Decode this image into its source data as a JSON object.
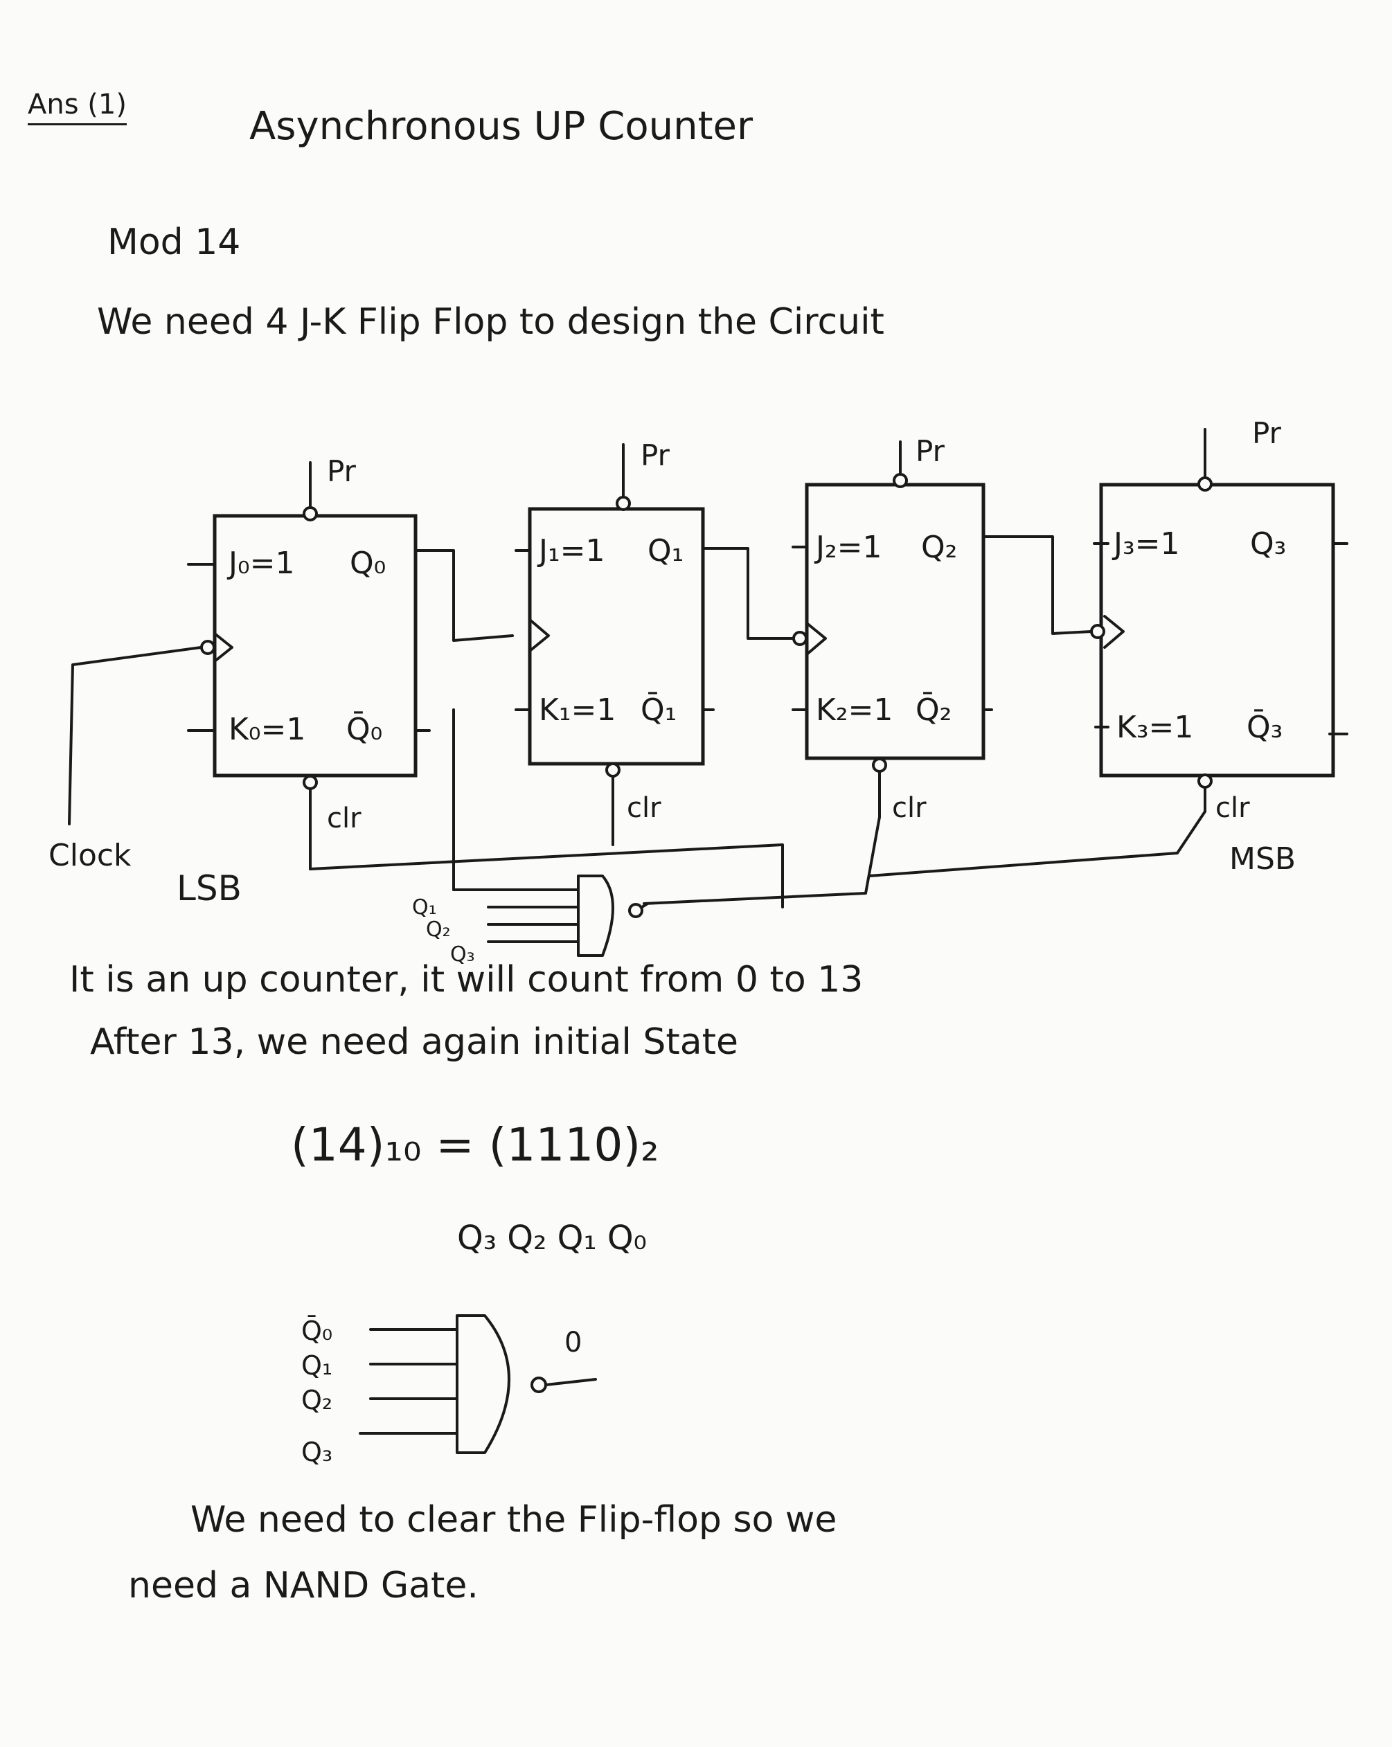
{
  "header": {
    "label": "Ans (1)",
    "title": "Asynchronous UP Counter"
  },
  "intro": {
    "line1": "Mod 14",
    "line2": "We need 4 J-K Flip Flop to design the Circuit"
  },
  "diagram": {
    "clock_label": "Clock",
    "lsb_label": "LSB",
    "msb_label": "MSB",
    "preset_label": "Pr",
    "clear_label": "clr",
    "flipflops": [
      {
        "j": "J₀=1",
        "k": "K₀=1",
        "q": "Q₀",
        "qbar": "Q̄₀"
      },
      {
        "j": "J₁=1",
        "k": "K₁=1",
        "q": "Q₁",
        "qbar": "Q̄₁"
      },
      {
        "j": "J₂=1",
        "k": "K₂=1",
        "q": "Q₂",
        "qbar": "Q̄₂"
      },
      {
        "j": "J₃=1",
        "k": "K₃=1",
        "q": "Q₃",
        "qbar": "Q̄₃"
      }
    ],
    "nand_inputs": [
      "Q₁",
      "Q₂",
      "Q₃"
    ]
  },
  "explanation": {
    "line1": "It is an up counter, it will count from 0 to 13",
    "line2": "After 13, we need again initial State"
  },
  "conversion": {
    "equation": "(14)₁₀ = (1110)₂",
    "bits": "Q₃ Q₂ Q₁ Q₀"
  },
  "gate2": {
    "inputs": [
      "Q̄₀",
      "Q₁",
      "Q₂",
      "Q₃"
    ],
    "output": "0"
  },
  "conclusion": {
    "line1": "We need to clear the Flip-flop so we",
    "line2": "need a NAND Gate."
  }
}
